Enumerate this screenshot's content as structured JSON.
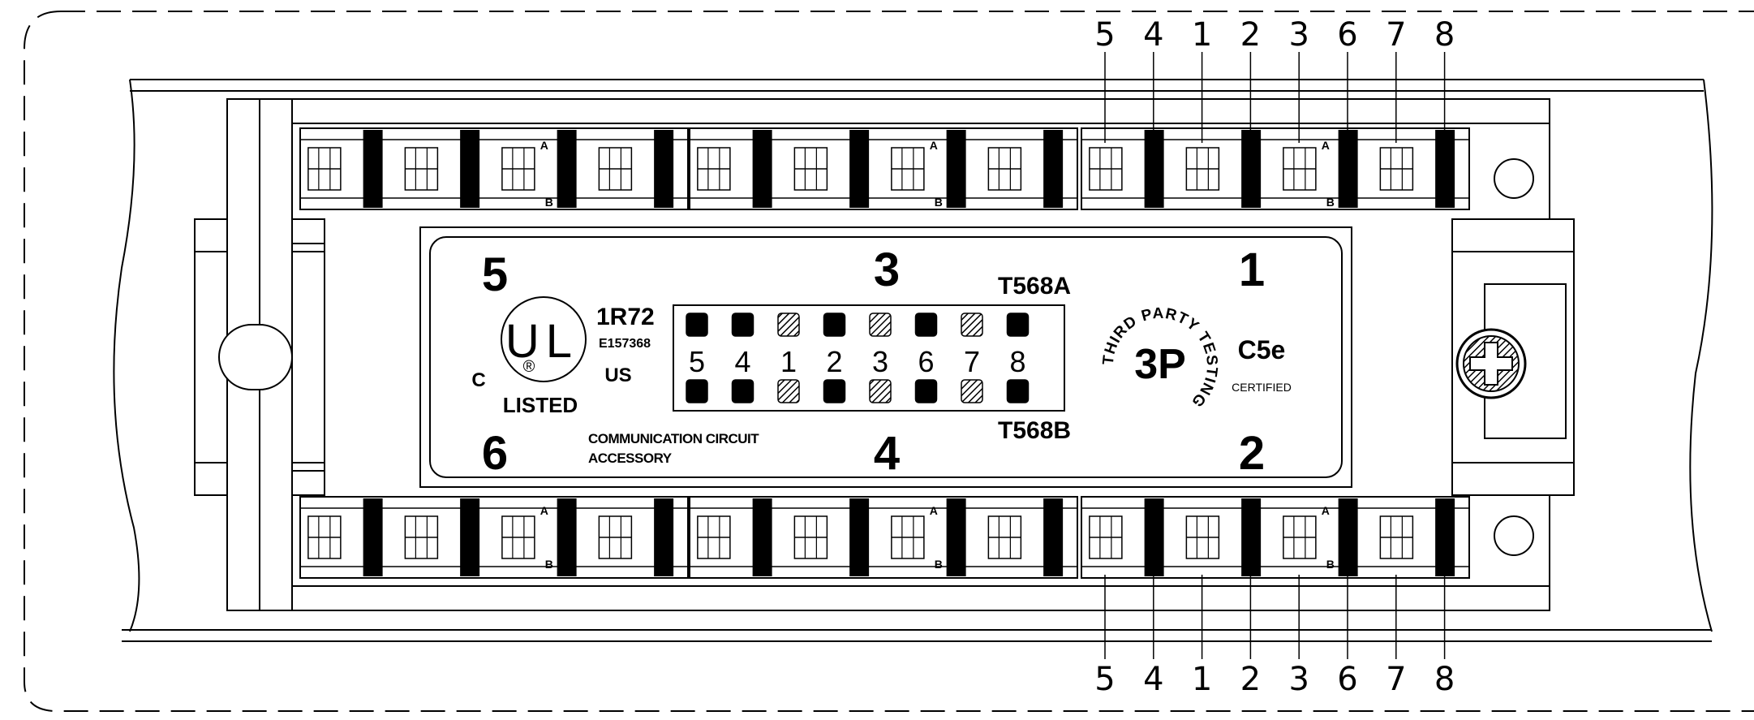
{
  "pin_order": [
    "5",
    "4",
    "1",
    "2",
    "3",
    "6",
    "7",
    "8"
  ],
  "pair_markers": {
    "top": "A",
    "bottom": "B"
  },
  "ports": {
    "p1": "1",
    "p2": "2",
    "p3": "3",
    "p4": "4",
    "p5": "5",
    "p6": "6"
  },
  "wiring": {
    "standard_a": "T568A",
    "standard_b": "T568B",
    "pins": [
      "5",
      "4",
      "1",
      "2",
      "3",
      "6",
      "7",
      "8"
    ],
    "pattern": [
      "solid",
      "solid",
      "hatched",
      "solid",
      "hatched",
      "solid",
      "hatched",
      "solid"
    ]
  },
  "ul_mark": {
    "letters": "UL",
    "registered": "®",
    "country_left": "C",
    "country_right": "US",
    "listed": "LISTED",
    "code": "1R72",
    "file_number": "E157368"
  },
  "caption": {
    "line1": "COMMUNICATION CIRCUIT",
    "line2": "ACCESSORY"
  },
  "third_party": {
    "ring_text": "THIRD PARTY TESTING",
    "logo": "3P"
  },
  "category": {
    "label": "C5e",
    "sub": "CERTIFIED"
  },
  "colors": {
    "line": "#000000",
    "background": "#ffffff"
  }
}
